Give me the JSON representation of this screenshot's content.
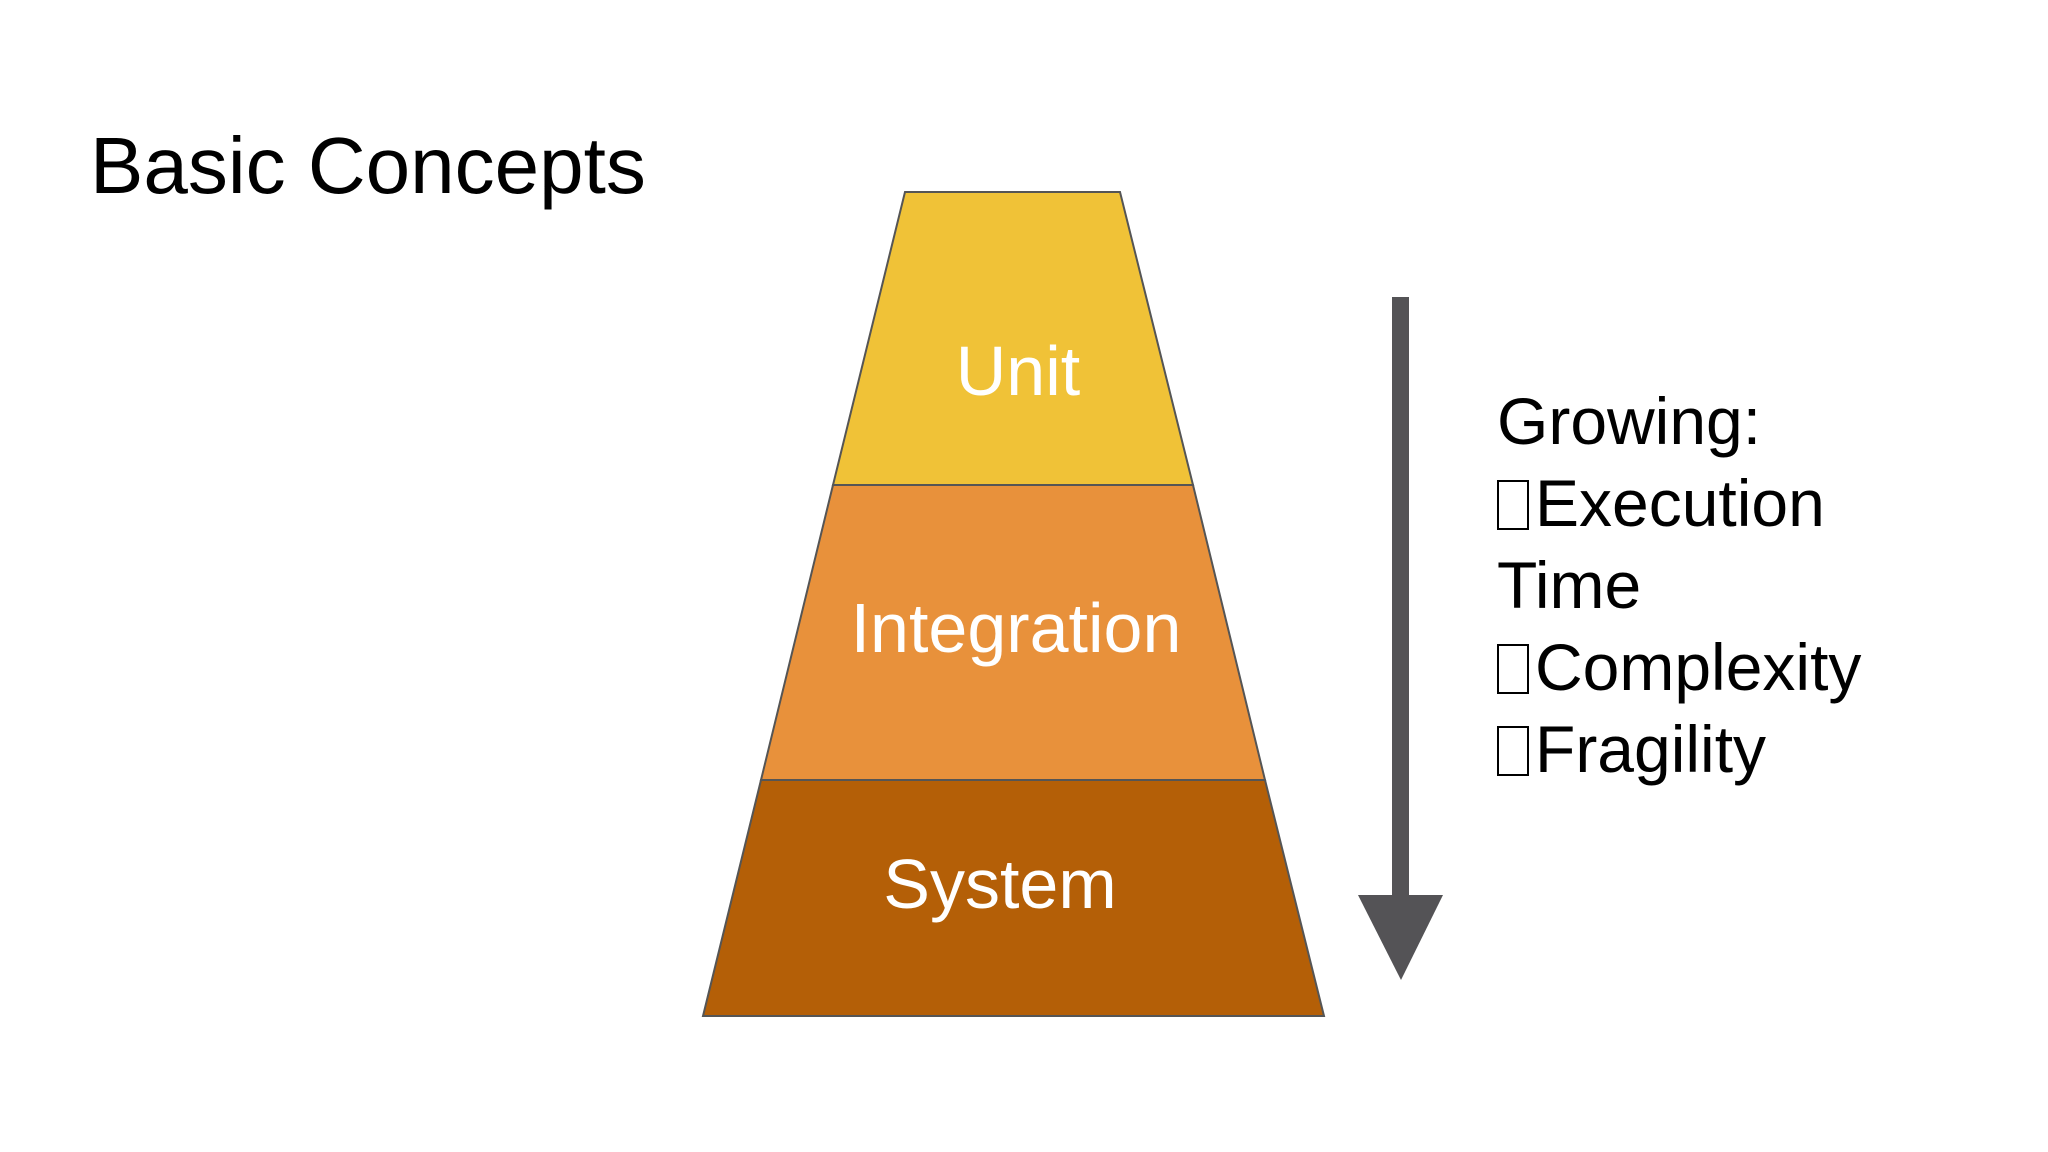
{
  "slide": {
    "title": "Basic Concepts"
  },
  "pyramid": {
    "layers": [
      {
        "label": "Unit",
        "color": "#f0c237"
      },
      {
        "label": "Integration",
        "color": "#e8913b"
      },
      {
        "label": "System",
        "color": "#b45f07"
      }
    ],
    "outline_color": "#555555"
  },
  "arrow": {
    "color": "#545356",
    "direction": "down"
  },
  "growing": {
    "heading": "Growing:",
    "items": [
      {
        "line1": "Execution",
        "line2": "Time"
      },
      {
        "line1": "Complexity"
      },
      {
        "line1": "Fragility"
      }
    ]
  }
}
